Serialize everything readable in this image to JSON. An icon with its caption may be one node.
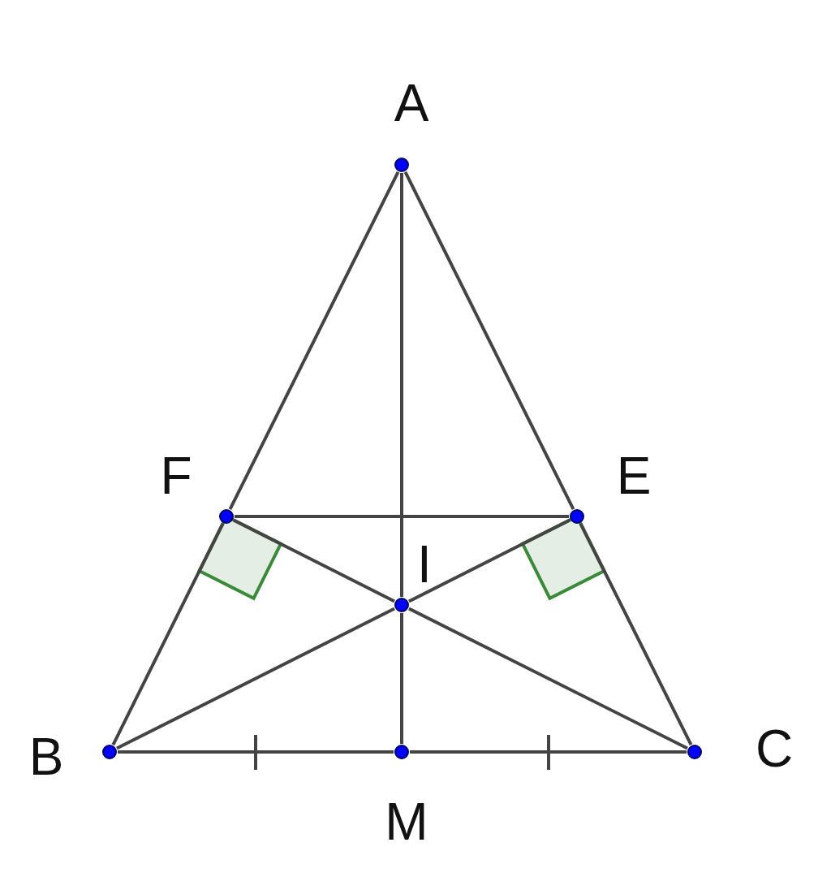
{
  "diagram": {
    "nodes": [
      {
        "text": [
          "A"
        ]
      },
      {
        "text": [
          "F"
        ]
      },
      {
        "text": [
          "E"
        ]
      },
      {
        "text": [
          "I"
        ]
      },
      {
        "text": [
          "B"
        ]
      },
      {
        "text": [
          "M"
        ]
      },
      {
        "text": [
          "C"
        ]
      }
    ],
    "edges": [
      {
        "from": 0,
        "to": 1,
        "arrow": "none"
      },
      {
        "from": 1,
        "to": 4,
        "arrow": "none"
      },
      {
        "from": 0,
        "to": 2,
        "arrow": "none"
      },
      {
        "from": 2,
        "to": 6,
        "arrow": "none"
      },
      {
        "from": 0,
        "to": 3,
        "arrow": "none"
      },
      {
        "from": 3,
        "to": 5,
        "arrow": "none"
      },
      {
        "from": 1,
        "to": 2,
        "arrow": "none"
      },
      {
        "from": 1,
        "to": 3,
        "arrow": "none"
      },
      {
        "from": 3,
        "to": 6,
        "arrow": "none"
      },
      {
        "from": 2,
        "to": 3,
        "arrow": "none"
      },
      {
        "from": 3,
        "to": 4,
        "arrow": "none"
      },
      {
        "from": 4,
        "to": 5,
        "arrow": "none"
      },
      {
        "from": 5,
        "to": 6,
        "arrow": "none"
      }
    ]
  }
}
